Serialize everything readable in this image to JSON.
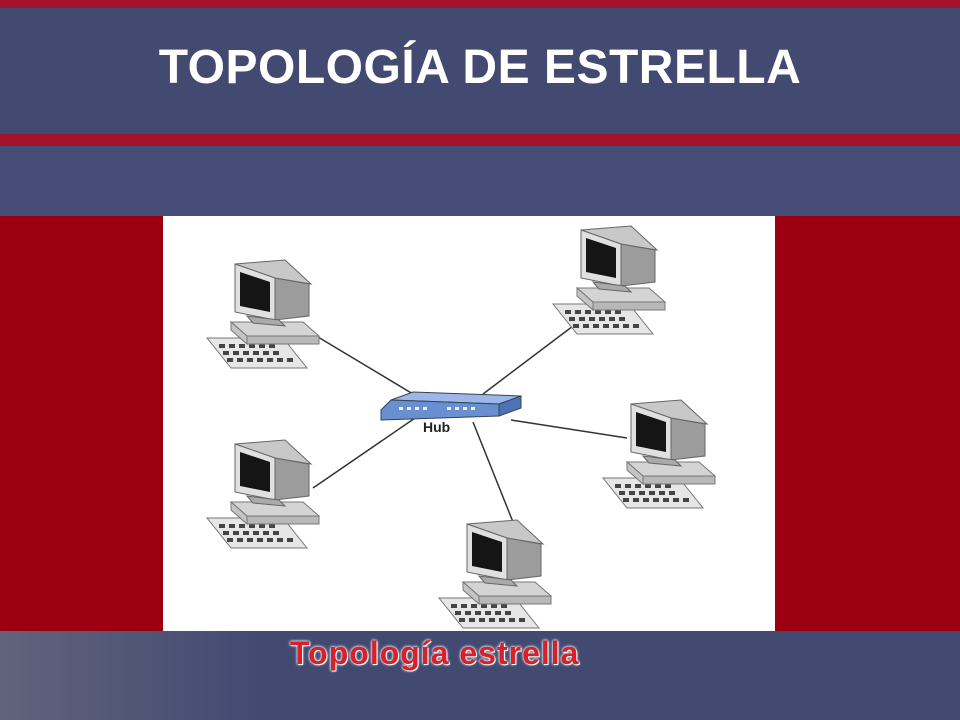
{
  "slide": {
    "title": "TOPOLOGÍA DE ESTRELLA",
    "caption": "Topología estrella"
  },
  "diagram": {
    "hub_label": "Hub",
    "nodes": [
      "computer-top-left",
      "computer-top-right",
      "computer-right",
      "computer-bottom",
      "computer-bottom-left"
    ]
  },
  "colors": {
    "title_band": "#434a72",
    "accent_red": "#9b0010",
    "stripe_red": "#a3142c",
    "hub_blue": "#6a8fd0",
    "caption_red": "#d8202a"
  }
}
